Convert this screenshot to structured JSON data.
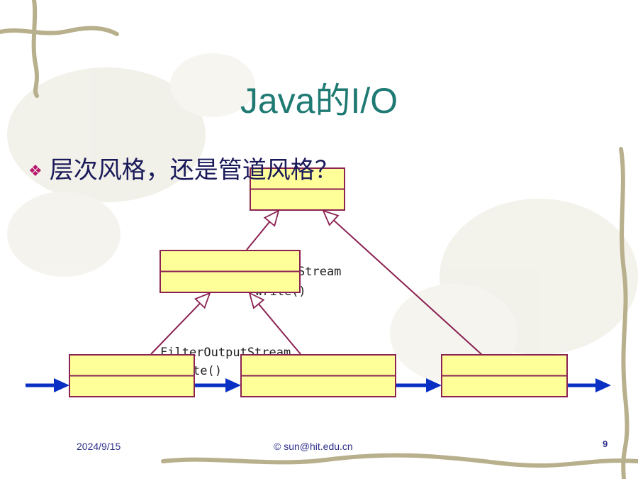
{
  "slide": {
    "title": "Java的I/O",
    "bullet": "层次风格，还是管道风格？"
  },
  "diagram": {
    "behind_labels": [
      {
        "id": "mid-class-name",
        "text": "Stream"
      },
      {
        "id": "mid-class-op",
        "text": "write()"
      },
      {
        "id": "filter-class-name",
        "text": "FilterOutputStream"
      },
      {
        "id": "filter-class-op",
        "text": "te()"
      }
    ],
    "class_boxes": [
      {
        "id": "top"
      },
      {
        "id": "middle"
      },
      {
        "id": "bottom-left"
      },
      {
        "id": "bottom-middle"
      },
      {
        "id": "bottom-right"
      }
    ],
    "inheritance_edges": [
      {
        "from": "middle",
        "to": "top"
      },
      {
        "from": "bottom-right",
        "to": "top"
      },
      {
        "from": "bottom-left",
        "to": "middle"
      },
      {
        "from": "bottom-middle",
        "to": "middle"
      }
    ],
    "pipe_flow": [
      "bottom-left",
      "bottom-middle",
      "bottom-right"
    ],
    "colors": {
      "box_fill": "#ffff99",
      "box_border": "#8b2252",
      "inheritance_line": "#8b2252",
      "pipe_arrow": "#0a2fc4",
      "title": "#1f7a73",
      "bullet_marker": "#b8186b"
    }
  },
  "footer": {
    "date": "2024/9/15",
    "author": "© sun@hit.edu.cn",
    "page": "9"
  }
}
